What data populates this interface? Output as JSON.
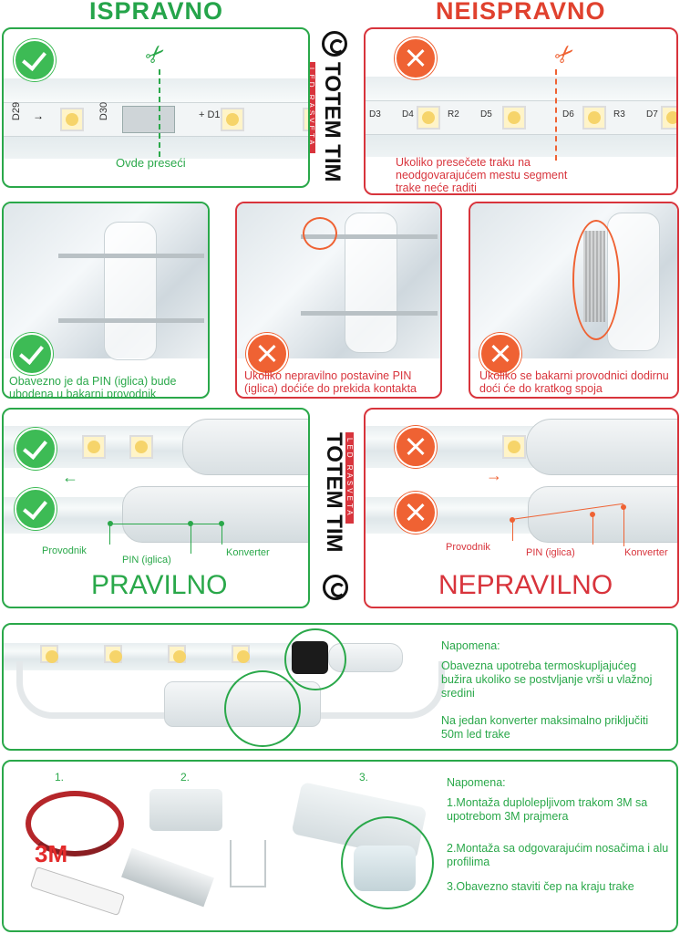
{
  "headers": {
    "correct": "ISPRAVNO",
    "incorrect": "NEISPRAVNO"
  },
  "brand": {
    "name": "TOTEM TIM",
    "sub": "LED RASVETA"
  },
  "cut": {
    "good_label": "Ovde preseći",
    "good_strip_codes": [
      "D29",
      "D30",
      "+ D1"
    ],
    "bad_strip_codes": [
      "D3",
      "D4",
      "R2",
      "D5",
      "D6",
      "R3",
      "D7"
    ],
    "bad_text": "Ukoliko presečete traku na neodgovarajućem mestu segment trake neće raditi"
  },
  "pins": {
    "good_text": "Obavezno je da PIN (iglica) bude ubodena u bakarni provodnik",
    "bad1_text": "Ukoliko nepravilno postavine PIN (iglica) doćiće do prekida kontakta",
    "bad2_text": "Ukoliko se bakarni provodnici dodirnu doći će do kratkog spoja"
  },
  "connect": {
    "good_title": "PRAVILNO",
    "bad_title": "NEPRAVILNO",
    "labels": {
      "provodnik": "Provodnik",
      "pin": "PIN (iglica)",
      "konverter": "Konverter"
    }
  },
  "note1": {
    "title": "Napomena:",
    "p1": "Obavezna upotreba termoskupljajućeg bužira ukoliko se postvljanje vrši u vlažnoj sredini",
    "p2": "Na jedan konverter maksimalno priključiti 50m led trake"
  },
  "note2": {
    "nums": [
      "1.",
      "2.",
      "3."
    ],
    "logo": "3M",
    "title": "Napomena:",
    "p1": "1.Montaža duplolepljivom trakom 3M sa upotrebom 3M prajmera",
    "p2": "2.Montaža sa odgovarajućim nosačima i alu profilima",
    "p3": "3.Obavezno staviti čep na kraju trake"
  },
  "colors": {
    "green": "#2aa84a",
    "red": "#d8343c",
    "orange": "#ef6233"
  }
}
